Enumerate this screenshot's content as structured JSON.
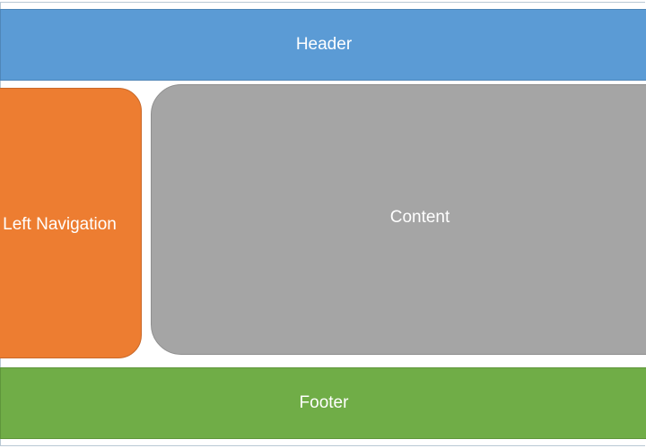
{
  "diagram": {
    "header": {
      "label": "Header",
      "color": "#5b9bd5"
    },
    "left_navigation": {
      "label": "Left Navigation",
      "color": "#ed7d31"
    },
    "content": {
      "label": "Content",
      "color": "#a5a5a5"
    },
    "footer": {
      "label": "Footer",
      "color": "#70ad47"
    }
  }
}
